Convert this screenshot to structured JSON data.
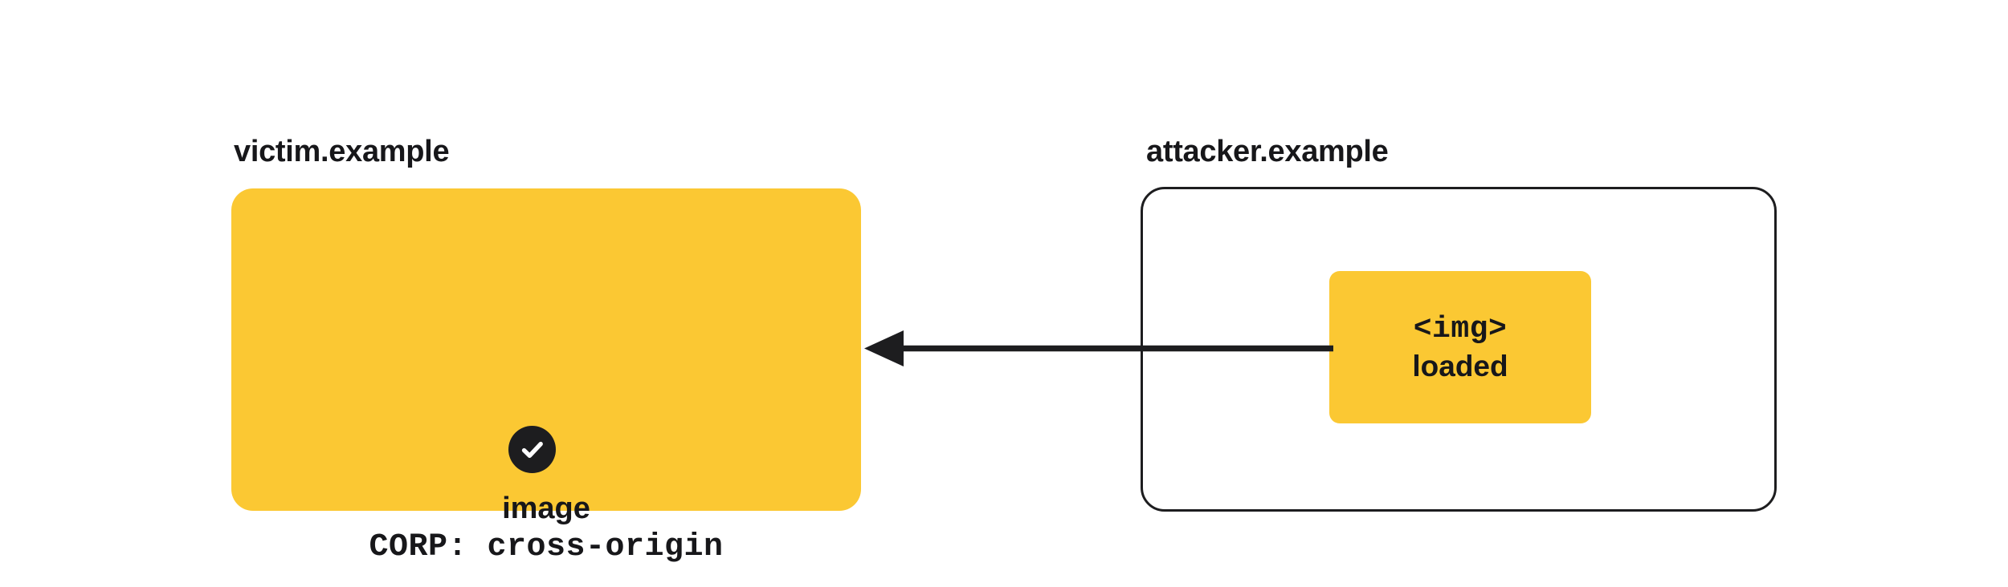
{
  "diagram": {
    "title": "CORP cross-origin image load",
    "background": "#ffffff",
    "accent_color": "#fbc833",
    "ink_color": "#17171a",
    "groups": [
      {
        "id": "victim",
        "label": "victim.example",
        "style": "filled",
        "fill": "#fbc833"
      },
      {
        "id": "attacker",
        "label": "attacker.example",
        "style": "outlined",
        "stroke": "#1d1d1f"
      }
    ]
  },
  "victim": {
    "label": "victim.example",
    "badge": {
      "icon": "check-icon",
      "circle_color": "#1d1d1f",
      "glyph_color": "#ffffff"
    },
    "resource_name": "image",
    "header_line": "CORP: cross-origin"
  },
  "attacker": {
    "label": "attacker.example",
    "element": {
      "tag_text": "<img>",
      "status_text": "loaded"
    }
  },
  "arrow": {
    "direction": "right-to-left",
    "from": "attacker.example <img>",
    "to": "victim.example image",
    "color": "#1d1d1f",
    "head": "solid-triangle"
  }
}
